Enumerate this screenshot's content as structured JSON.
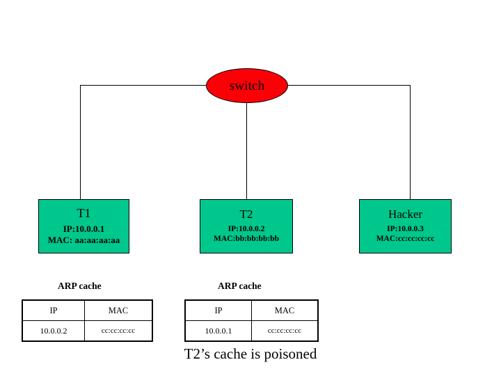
{
  "diagram": {
    "title_caption": "T2’s cache is poisoned",
    "colors": {
      "switch_fill": "#fb0007",
      "host_fill": "#00c78c",
      "line": "#000000",
      "background": "#ffffff"
    },
    "switch": {
      "label": "switch",
      "shape": "ellipse"
    },
    "hosts": [
      {
        "id": "t1",
        "name": "T1",
        "ip": "IP:10.0.0.1",
        "mac": "MAC: aa:aa:aa:aa"
      },
      {
        "id": "t2",
        "name": "T2",
        "ip": "IP:10.0.0.2",
        "mac": "MAC:bb:bb:bb:bb"
      },
      {
        "id": "hacker",
        "name": "Hacker",
        "ip": "IP:10.0.0.3",
        "mac": "MAC:cc:cc:cc:cc"
      }
    ],
    "arp_caches": [
      {
        "id": "arp-cache-t1",
        "label": "ARP cache",
        "headers": [
          "IP",
          "MAC"
        ],
        "rows": [
          {
            "ip": "10.0.0.2",
            "mac": "cc:cc:cc:cc"
          }
        ]
      },
      {
        "id": "arp-cache-t2",
        "label": "ARP cache",
        "headers": [
          "IP",
          "MAC"
        ],
        "rows": [
          {
            "ip": "10.0.0.1",
            "mac": "cc:cc:cc:cc"
          }
        ]
      }
    ],
    "connections": [
      {
        "from": "switch",
        "to": "t1"
      },
      {
        "from": "switch",
        "to": "t2"
      },
      {
        "from": "switch",
        "to": "hacker"
      }
    ]
  }
}
